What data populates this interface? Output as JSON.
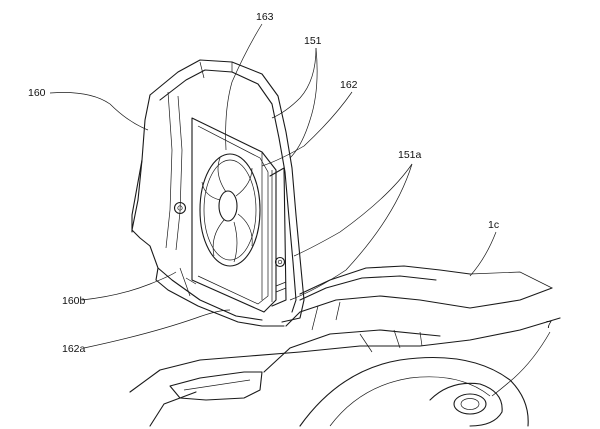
{
  "labels": {
    "l160": "160",
    "l163": "163",
    "l151": "151",
    "l162": "162",
    "l151a": "151a",
    "l1c": "1c",
    "l160b": "160b",
    "l162a": "162a",
    "l7": "7"
  }
}
